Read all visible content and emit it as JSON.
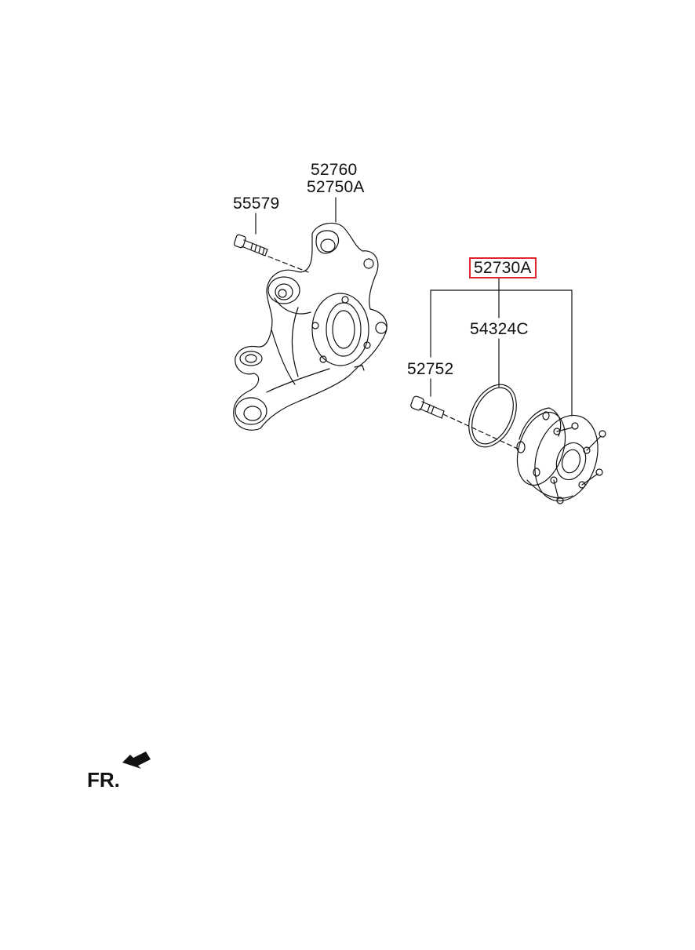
{
  "labels": {
    "knuckle_a": "52760",
    "knuckle_b": "52750A",
    "bolt": "55579",
    "hub_assembly": "52730A",
    "seal_ring": "54324C",
    "hub_bolt": "52752"
  },
  "highlight_color": "#e0242a",
  "front_marker": "FR.",
  "icons": [
    "knuckle-drawing",
    "bolt-drawing",
    "hub-bearing-drawing",
    "o-ring-drawing",
    "front-arrow-icon"
  ]
}
